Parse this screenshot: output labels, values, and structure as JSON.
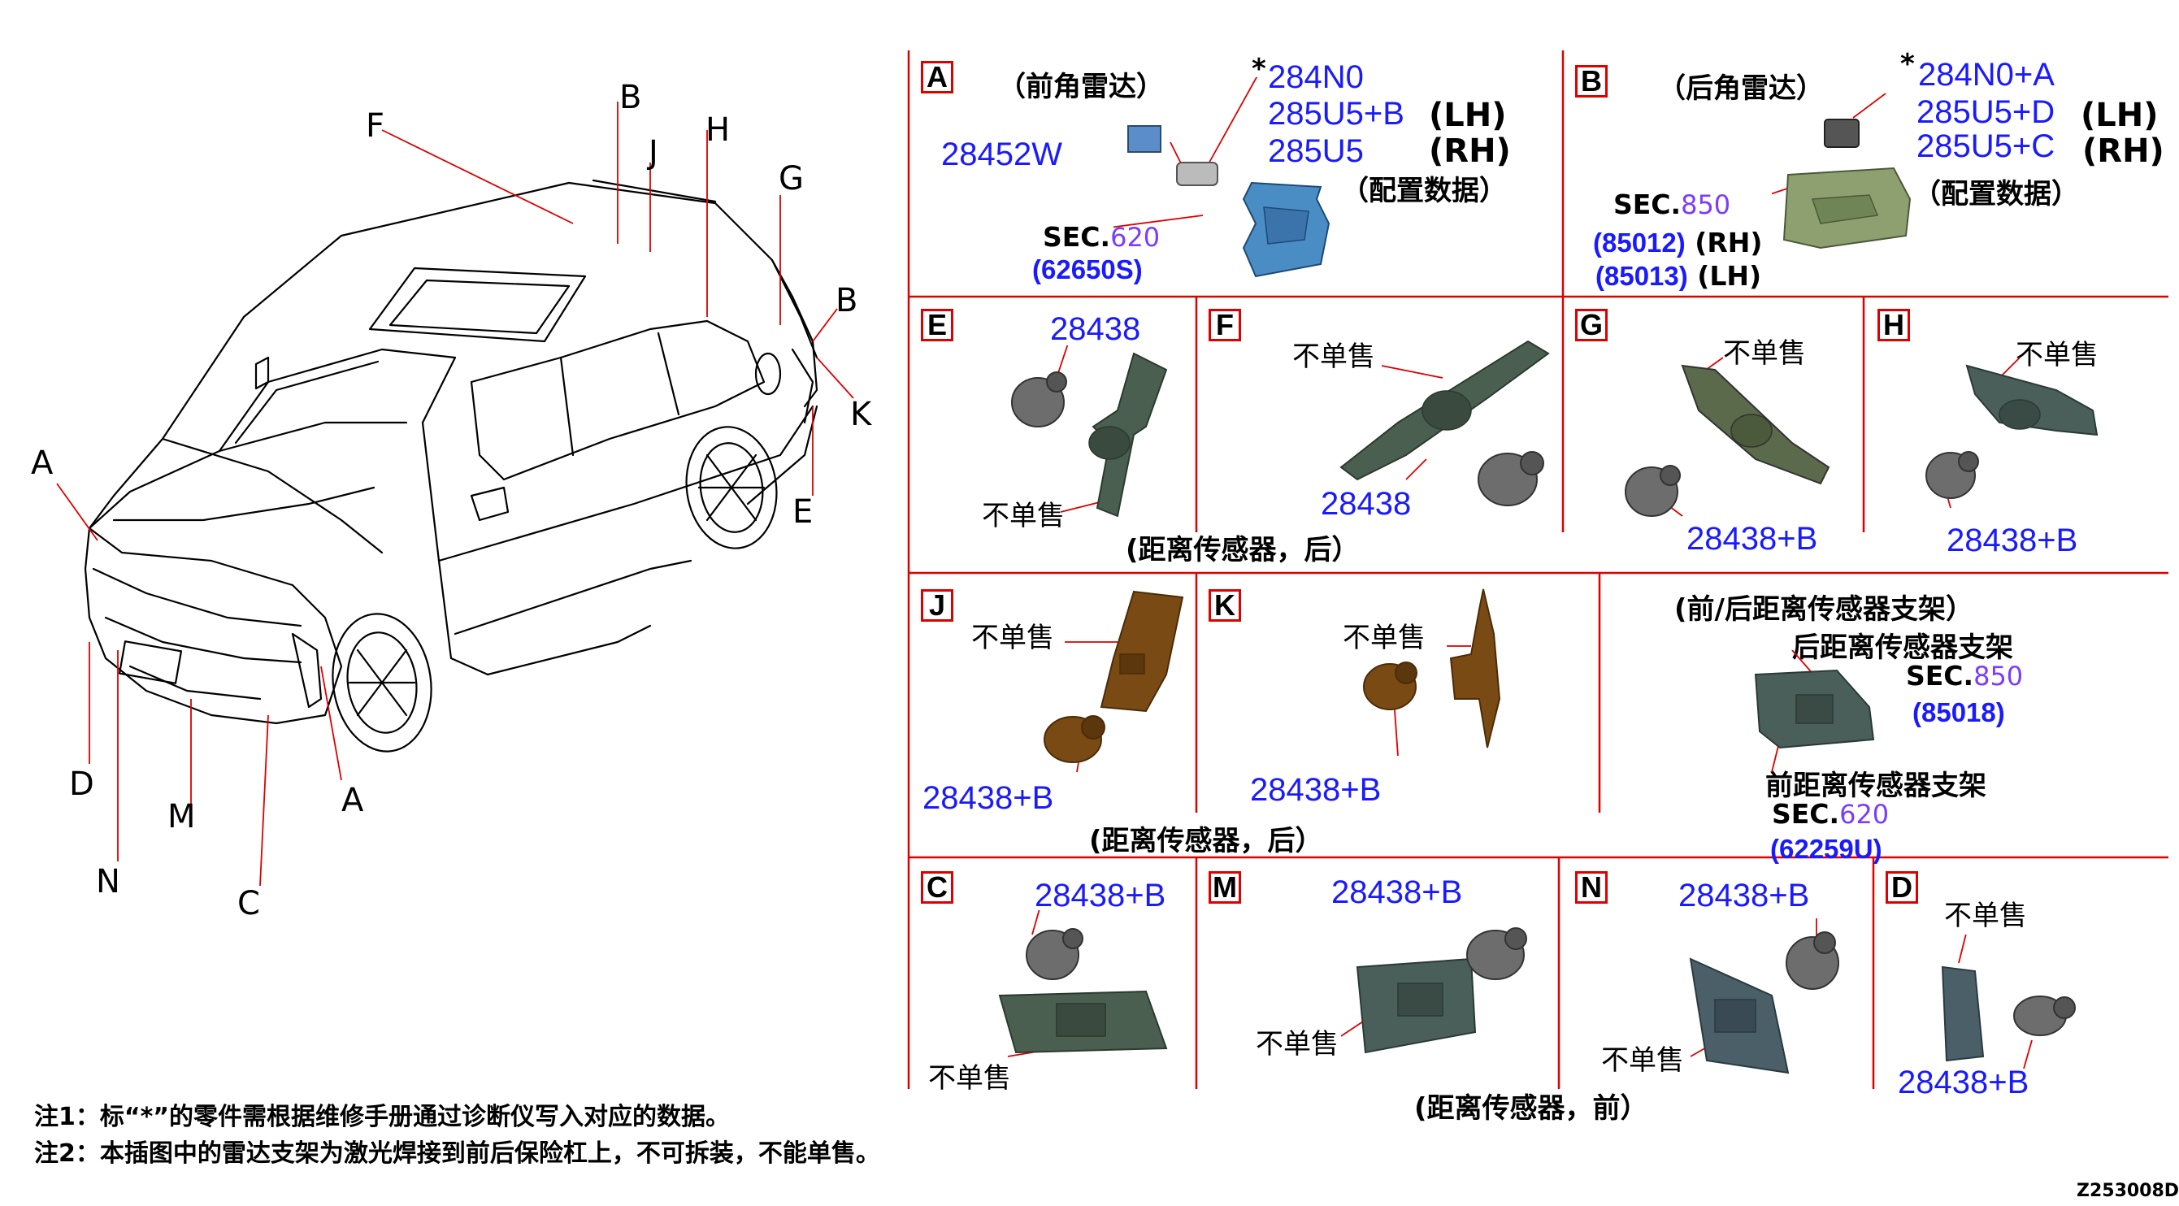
{
  "car_labels": [
    "F",
    "B",
    "J",
    "H",
    "G",
    "B",
    "K",
    "A",
    "E",
    "D",
    "M",
    "A",
    "N",
    "C"
  ],
  "panels": {
    "A": {
      "letter": "A",
      "title": "（前角雷达）",
      "star": "*",
      "pn1": "284N0",
      "pn2": "285U5+B",
      "lh": "(LH)",
      "pn3": "285U5",
      "rh": "(RH)",
      "config": "（配置数据）",
      "pn4": "28452W",
      "sec": "SEC.",
      "sec_num": "620",
      "ref": "(62650S)"
    },
    "B": {
      "letter": "B",
      "title": "（后角雷达）",
      "star": "*",
      "pn1": "284N0+A",
      "pn2": "285U5+D",
      "lh": "(LH)",
      "pn3": "285U5+C",
      "rh": "(RH)",
      "config": "（配置数据）",
      "sec": "SEC.",
      "sec_num": "850",
      "ref1": "(85012)",
      "ref1_side": "(RH)",
      "ref2": "(85013)",
      "ref2_side": "(LH)"
    },
    "E": {
      "letter": "E",
      "pn": "28438",
      "ns": "不单售"
    },
    "F": {
      "letter": "F",
      "pn": "28438",
      "ns": "不单售"
    },
    "G": {
      "letter": "G",
      "pn": "28438+B",
      "ns": "不单售"
    },
    "H": {
      "letter": "H",
      "pn": "28438+B",
      "ns": "不单售"
    },
    "row2_caption": "(距离传感器，后）",
    "J": {
      "letter": "J",
      "pn": "28438+B",
      "ns": "不单售"
    },
    "K": {
      "letter": "K",
      "pn": "28438+B",
      "ns": "不单售"
    },
    "row3_caption": "(距离传感器，后）",
    "bracket": {
      "title": "(前/后距离传感器支架）",
      "rear": "后距离传感器支架",
      "rear_sec": "SEC.",
      "rear_sec_num": "850",
      "rear_ref": "(85018)",
      "front": "前距离传感器支架",
      "front_sec": "SEC.",
      "front_sec_num": "620",
      "front_ref": "(62259U)"
    },
    "C": {
      "letter": "C",
      "pn": "28438+B",
      "ns": "不单售"
    },
    "M": {
      "letter": "M",
      "pn": "28438+B",
      "ns": "不单售"
    },
    "N": {
      "letter": "N",
      "pn": "28438+B",
      "ns": "不单售"
    },
    "D": {
      "letter": "D",
      "pn": "28438+B",
      "ns": "不单售"
    },
    "row4_caption": "(距离传感器，前）"
  },
  "notes": {
    "note1": "注1：标“*”的零件需根据维修手册通过诊断仪写入对应的数据。",
    "note2": "注2：本插图中的雷达支架为激光焊接到前后保险杠上，不可拆装，不能单售。"
  },
  "code": "Z253008D",
  "colors": {
    "grid": "#d00000",
    "partno": "#1a1aff",
    "secnum": "#7a3cff",
    "sensor": "#666666",
    "bracket_blue": "#4a8cc4",
    "bracket_green": "#8ea070",
    "bracket_dark": "#4a5f4f",
    "bracket_brown": "#7a4a14"
  }
}
